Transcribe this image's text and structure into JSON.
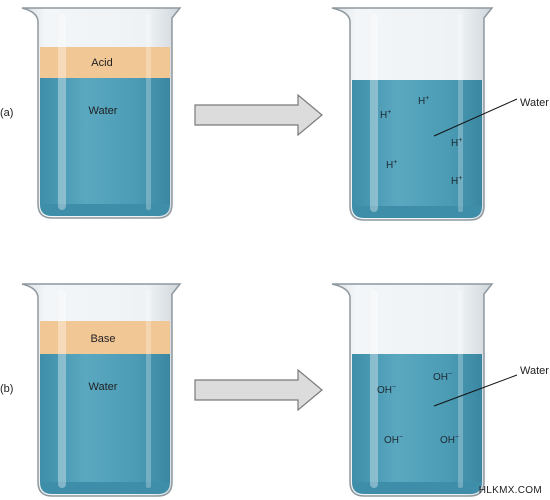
{
  "panel_a": {
    "label": "(a)",
    "layer_top": "Acid",
    "layer_bottom": "Water",
    "solution_label": "Water",
    "ion_base": "H",
    "ion_sup": "+",
    "ion_count": 5
  },
  "panel_b": {
    "label": "(b)",
    "layer_top": "Base",
    "layer_bottom": "Water",
    "solution_label": "Water",
    "ion_base": "OH",
    "ion_sup": "−",
    "ion_count": 4
  },
  "watermark": "HLKMX.COM",
  "colors": {
    "water": "#4b9bb5",
    "layer": "#f2c796",
    "arrow_fill": "#dcdcdc",
    "arrow_stroke": "#7a7a7a",
    "glass": "#eaeef1"
  }
}
